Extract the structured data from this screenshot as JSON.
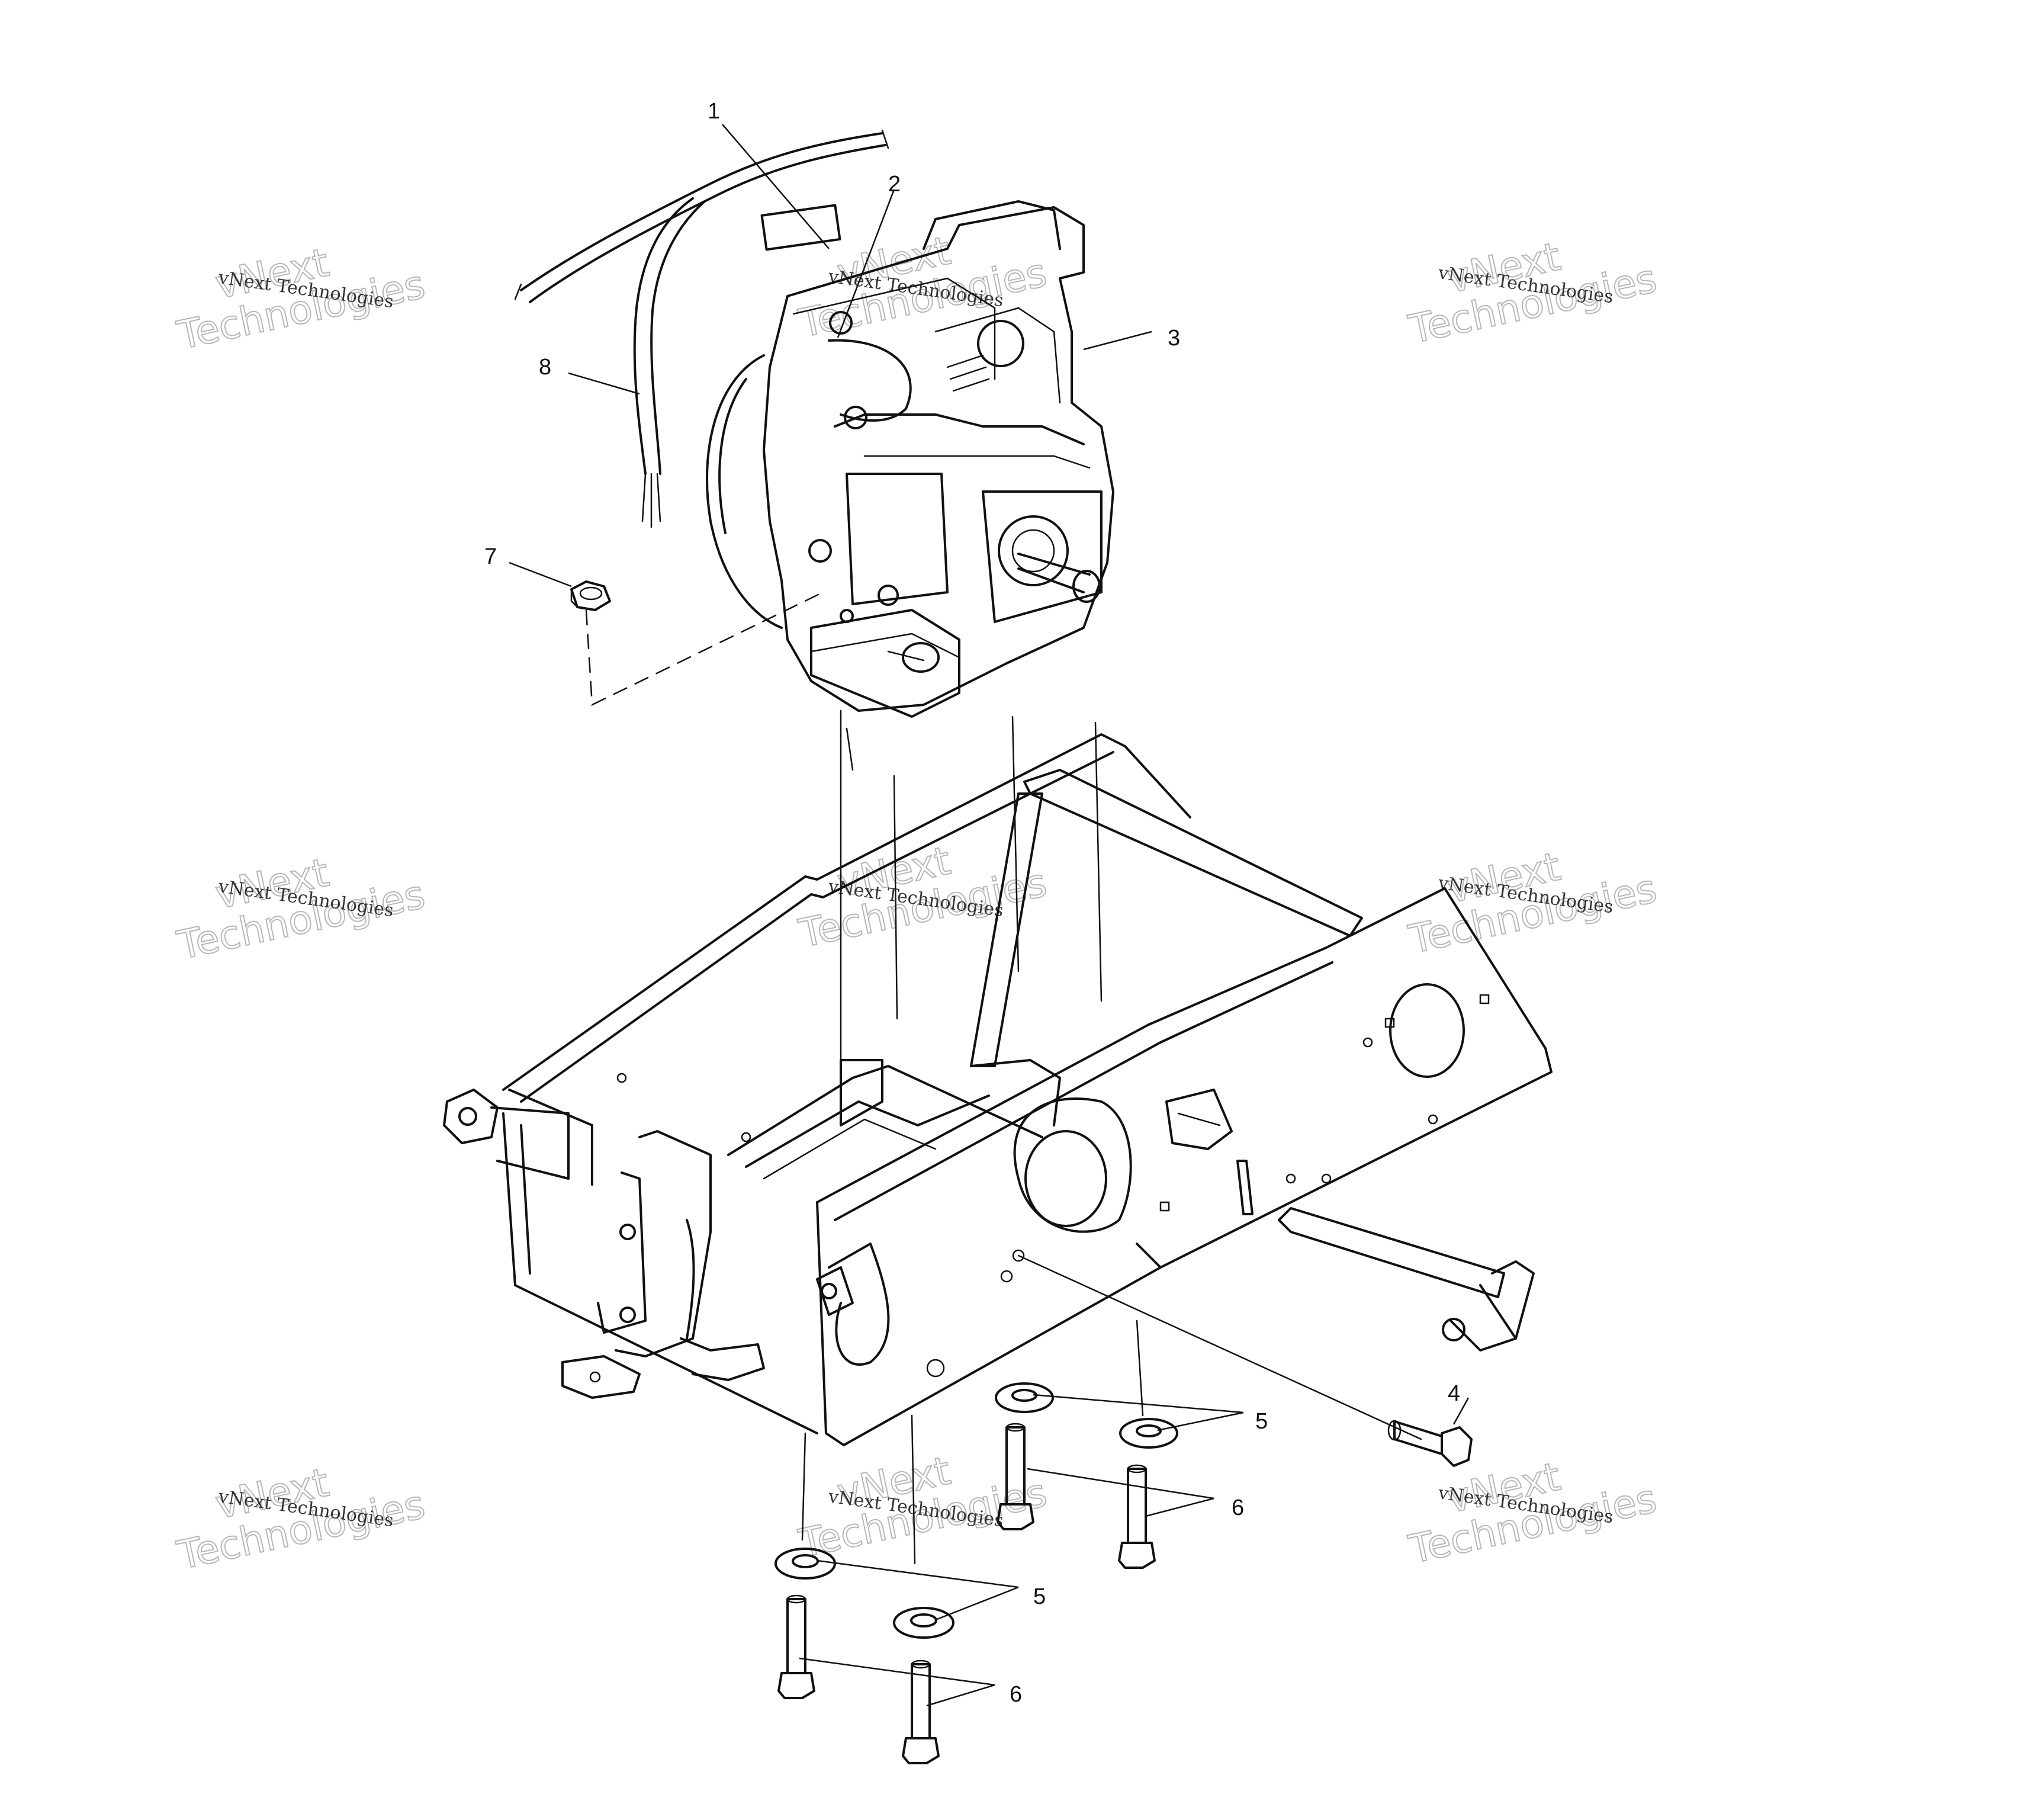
{
  "watermark": {
    "line1": "vNext",
    "line2": "Technologies",
    "small": "vNext Technologies"
  },
  "callouts": [
    {
      "id": "c1",
      "label": "1"
    },
    {
      "id": "c2",
      "label": "2"
    },
    {
      "id": "c3",
      "label": "3"
    },
    {
      "id": "c4",
      "label": "4"
    },
    {
      "id": "c5a",
      "label": "5"
    },
    {
      "id": "c5b",
      "label": "5"
    },
    {
      "id": "c6a",
      "label": "6"
    },
    {
      "id": "c6b",
      "label": "6"
    },
    {
      "id": "c7",
      "label": "7"
    },
    {
      "id": "c8",
      "label": "8"
    }
  ]
}
